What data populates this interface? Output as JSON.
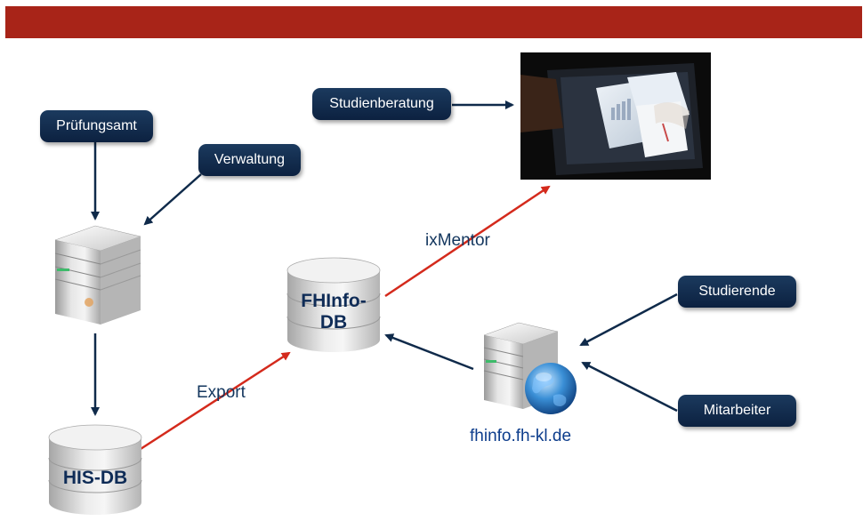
{
  "nodes": {
    "pruefungsamt": "Prüfungsamt",
    "verwaltung": "Verwaltung",
    "studienberatung": "Studienberatung",
    "studierende": "Studierende",
    "mitarbeiter": "Mitarbeiter"
  },
  "databases": {
    "his_db": "HIS-DB",
    "fhinfo_db_line1": "FHInfo-",
    "fhinfo_db_line2": "DB"
  },
  "edges": {
    "export": "Export",
    "ixmentor": "ixMentor"
  },
  "web_server_label": "fhinfo.fh-kl.de",
  "colors": {
    "header_bar": "#a82418",
    "pill_background": "#0c2140",
    "blue_arrow": "#0f2a4a",
    "red_arrow": "#d42a1c"
  }
}
